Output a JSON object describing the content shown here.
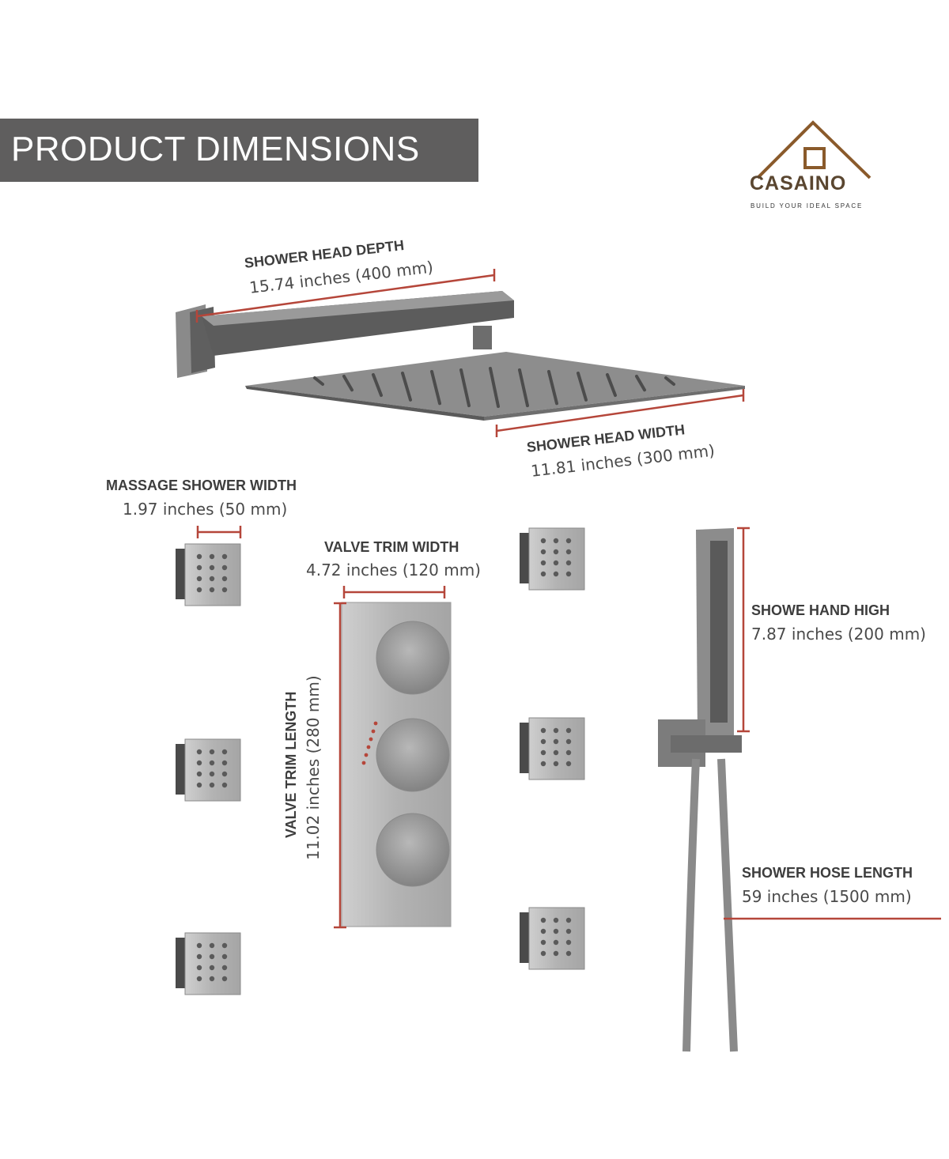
{
  "header": {
    "title": "PRODUCT DIMENSIONS"
  },
  "brand": {
    "name": "CASAINO",
    "tagline": "BUILD YOUR IDEAL SPACE",
    "color": "#8a5a2b"
  },
  "accent_color": "#b5463a",
  "dimensions": {
    "head_depth": {
      "label": "SHOWER HEAD DEPTH",
      "value": "15.74 inches (400 mm)"
    },
    "head_width": {
      "label": "SHOWER HEAD WIDTH",
      "value": "11.81 inches (300 mm)"
    },
    "massage_width": {
      "label": "MASSAGE SHOWER WIDTH",
      "value": "1.97 inches (50 mm)"
    },
    "valve_width": {
      "label": "VALVE TRIM WIDTH",
      "value": "4.72 inches (120 mm)"
    },
    "valve_length": {
      "label": "VALVE TRIM LENGTH",
      "value": "11.02 inches (280 mm)"
    },
    "hand_high": {
      "label": "SHOWE HAND HIGH",
      "value": "7.87 inches  (200 mm)"
    },
    "hose_length": {
      "label": "SHOWER HOSE LENGTH",
      "value": "59 inches (1500 mm)"
    }
  }
}
